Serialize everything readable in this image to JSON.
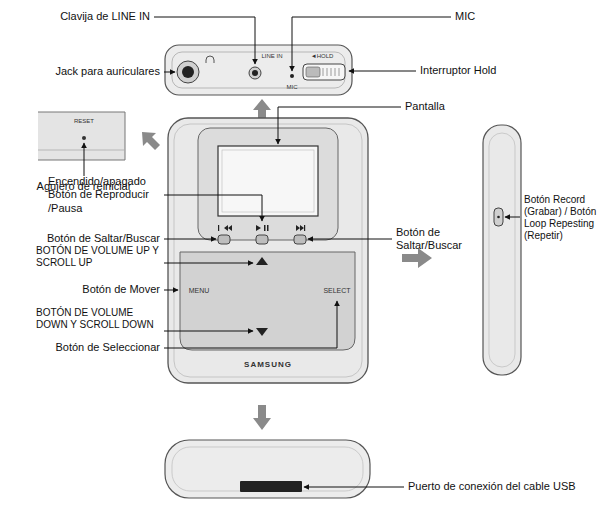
{
  "diagram": {
    "labels": [
      "Clavija de LINE IN",
      "MIC",
      "Jack para auriculares",
      "Interruptor Hold",
      "Agujero de reiniciar",
      "Pantalla",
      "Encendido/apagado Botón de Reproducir /Pausa",
      "Botón de Saltar/Buscar",
      "Botón de Saltar/Buscar",
      "BOTÓN DE VOLUME UP Y SCROLL UP",
      "Botón de Mover",
      "BOTÓN DE VOLUME DOWN Y SCROLL DOWN",
      "Botón de Seleccionar",
      "Botón Record (Grabar) / Botón Loop Repesting (Repetir)",
      "Puerto de conexión del cable USB",
      "LINE IN",
      "MIC",
      "◄HOLD",
      "RESET",
      "MENU",
      "SELECT",
      "SAMSUNG"
    ]
  }
}
